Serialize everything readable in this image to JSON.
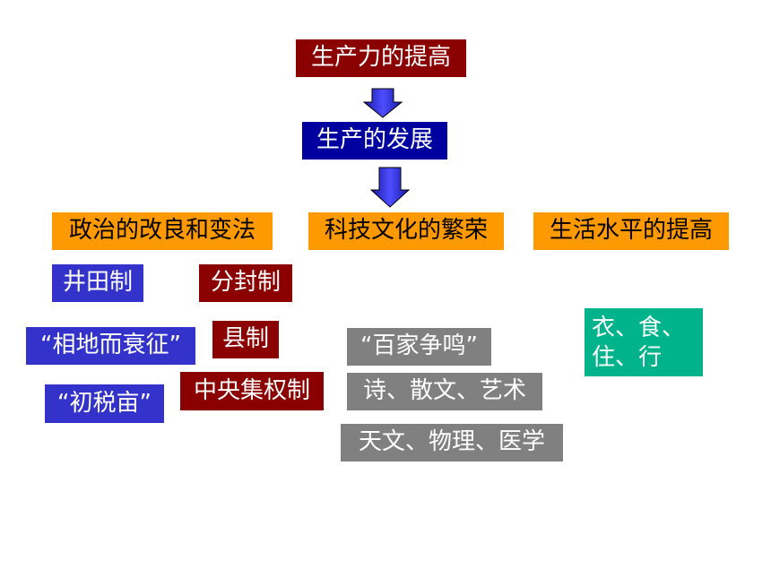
{
  "top": {
    "label": "生产力的提高"
  },
  "middle": {
    "label": "生产的发展"
  },
  "categories": [
    {
      "label": "政治的改良和变法"
    },
    {
      "label": "科技文化的繁荣"
    },
    {
      "label": "生活水平的提高"
    }
  ],
  "politics": {
    "jingtian": "井田制",
    "fenfeng": "分封制",
    "xiangdi": "“相地而衰征”",
    "xianzhi": "县制",
    "chushuimu": "“初税亩”",
    "zhongyang": "中央集权制"
  },
  "culture": {
    "baijia": "“百家争鸣”",
    "shi": "诗、散文、艺术",
    "tianwen": "天文、物理、医学"
  },
  "life": {
    "text": "衣、食、住、行"
  },
  "colors": {
    "dark_red": "#8b0000",
    "navy": "#0000a0",
    "orange": "#ff9900",
    "blue": "#3333cc",
    "gray": "#808080",
    "teal": "#00b38a"
  },
  "icons": [
    "down-arrow-icon",
    "down-arrow-icon"
  ]
}
